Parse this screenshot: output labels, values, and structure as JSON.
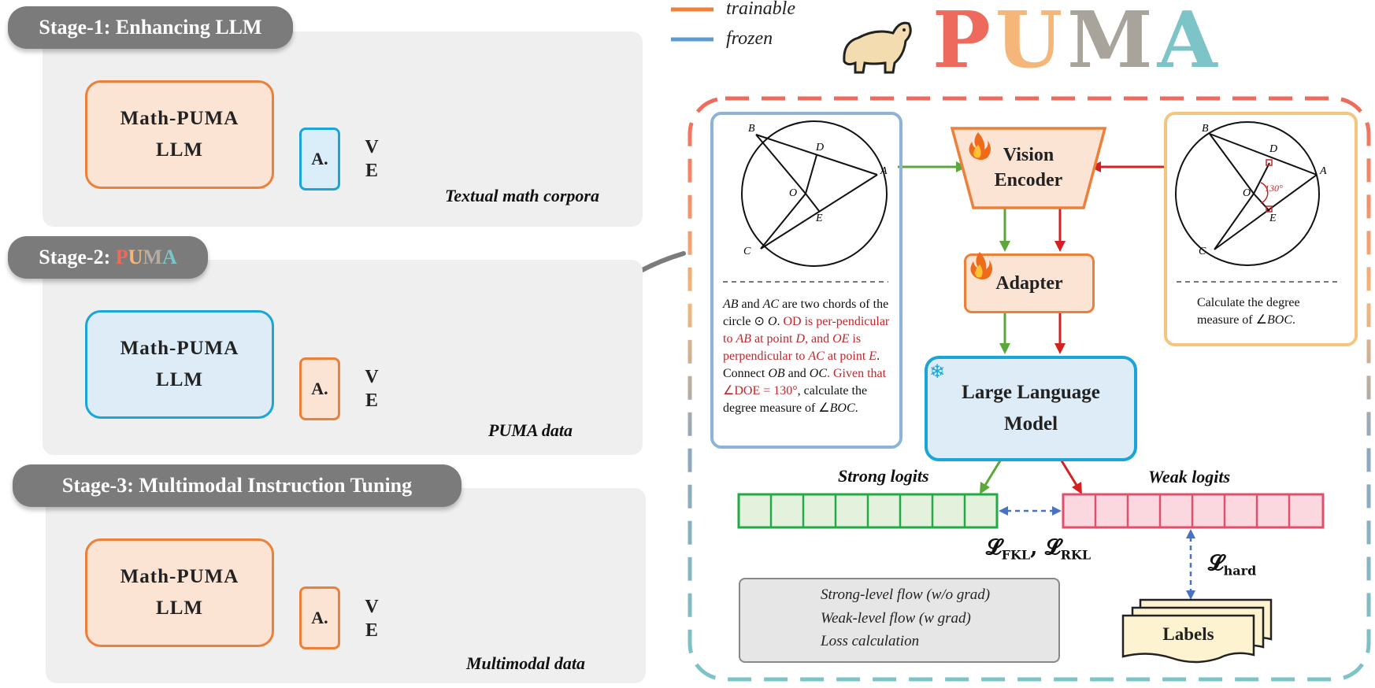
{
  "legend_top": {
    "trainable": "trainable",
    "frozen": "frozen"
  },
  "title": {
    "letters": [
      "P",
      "U",
      "M",
      "A"
    ],
    "colors": [
      "#ee6a5c",
      "#f4b779",
      "#8fa6bf",
      "#7cc4c7"
    ]
  },
  "stage1": {
    "tab": "Stage-1: Enhancing LLM",
    "llm_line1": "Math-PUMA",
    "llm_line2": "LLM",
    "adapter": "A.",
    "ve_v": "V",
    "ve_e": "E",
    "caption": "Textual math corpora"
  },
  "stage2": {
    "tab_prefix": "Stage-2: ",
    "tab_letters": [
      "P",
      "U",
      "M",
      "A"
    ],
    "llm_line1": "Math-PUMA",
    "llm_line2": "LLM",
    "adapter": "A.",
    "ve_v": "V",
    "ve_e": "E",
    "caption": "PUMA data"
  },
  "stage3": {
    "tab": "Stage-3: Multimodal Instruction Tuning",
    "llm_line1": "Math-PUMA",
    "llm_line2": "LLM",
    "adapter": "A.",
    "ve_v": "V",
    "ve_e": "E",
    "caption": "Multimodal data"
  },
  "left_panel": {
    "labels": {
      "B": "B",
      "D": "D",
      "A": "A",
      "O": "O",
      "E": "E",
      "C": "C"
    },
    "t1": "AB",
    "t2": " and ",
    "t3": "AC",
    "t4": " are two chords of the circle ⊙ ",
    "t5": "O",
    "t6": ". ",
    "t7": "OD is per-pendicular to ",
    "t8": "AB",
    "t9": " at point ",
    "t10": "D",
    "t11": ", and ",
    "t12": "OE",
    "t13": " is perpendicular to ",
    "t14": "AC",
    "t15": " at point ",
    "t16": "E",
    "t17": ". Connect ",
    "t18": "OB",
    "t19": " and ",
    "t20": "OC",
    "t21": ". Given that ∠DOE = 130°",
    "t22": ", calculate the degree measure of ∠",
    "t23": "BOC",
    "t24": "."
  },
  "right_panel": {
    "labels": {
      "B": "B",
      "D": "D",
      "A": "A",
      "O": "O",
      "E": "E",
      "C": "C"
    },
    "angle": "130°",
    "text1": "Calculate the degree",
    "text2": "measure of ∠",
    "text3": "BOC",
    "text4": "."
  },
  "center": {
    "vision_line1": "Vision",
    "vision_line2": "Encoder",
    "adapter": "Adapter",
    "llm_line1": "Large Language",
    "llm_line2": "Model",
    "strong": "Strong logits",
    "weak": "Weak logits",
    "loss_main": "𝓛",
    "loss_fkl_sub": "FKL",
    "loss_sep": ", ",
    "loss_rkl": "𝓛",
    "loss_rkl_sub": "RKL",
    "loss_hard": "𝓛",
    "loss_hard_sub": "hard",
    "labels": "Labels"
  },
  "legend": {
    "strong": "Strong-level flow (w/o grad)",
    "weak": "Weak-level flow (w grad)",
    "loss": "Loss calculation"
  },
  "icons": {
    "flame": "flame-icon",
    "snowflake": "snowflake-icon",
    "cat": "puma-mascot-icon"
  },
  "colors": {
    "orange": "#ec7f3a",
    "blue": "#1aa5d8",
    "green": "#5aa83a",
    "red": "#d42020",
    "orange_fill": "#fbe4d4",
    "blue_fill": "#ddecf7"
  }
}
